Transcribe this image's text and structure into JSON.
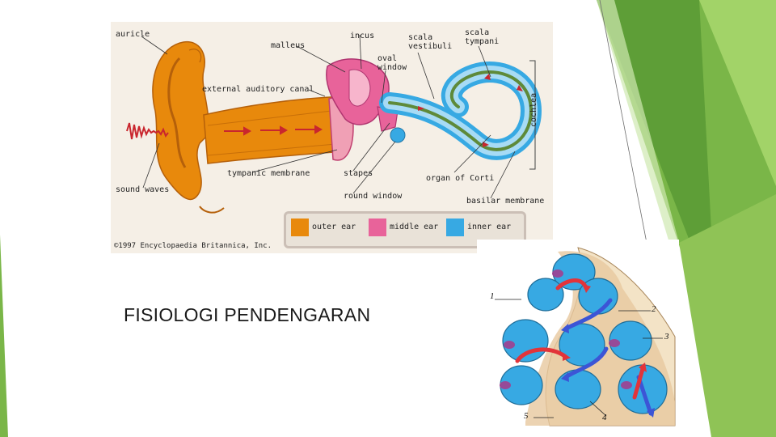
{
  "slide": {
    "title": "FISIOLOGI PENDENGARAN"
  },
  "ear_diagram": {
    "labels": {
      "auricle": "auricle",
      "malleus": "malleus",
      "incus": "incus",
      "scala_vestibuli": "scala vestibuli",
      "scala_tympani": "scala tympani",
      "oval_window": "oval window",
      "external_auditory_canal": "external auditory canal",
      "cochlea": "cochlea",
      "tympanic_membrane": "tympanic membrane",
      "stapes": "stapes",
      "organ_of_corti": "organ of Corti",
      "sound_waves": "sound waves",
      "round_window": "round window",
      "basilar_membrane": "basilar membrane"
    },
    "legend": [
      {
        "label": "outer ear",
        "color": "#e8890c"
      },
      {
        "label": "middle ear",
        "color": "#e8639a"
      },
      {
        "label": "inner ear",
        "color": "#37a9e3"
      }
    ],
    "copyright": "©1997 Encyclopaedia Britannica, Inc."
  },
  "cochlea_diagram": {
    "numbers": [
      "1",
      "2",
      "3",
      "4",
      "5"
    ]
  },
  "colors": {
    "green_dark": "#5e9e37",
    "green_mid": "#7ab648",
    "green_light": "#a9d86e",
    "outer_ear": "#e8890c",
    "middle_ear": "#e8639a",
    "inner_ear": "#37a9e3"
  }
}
